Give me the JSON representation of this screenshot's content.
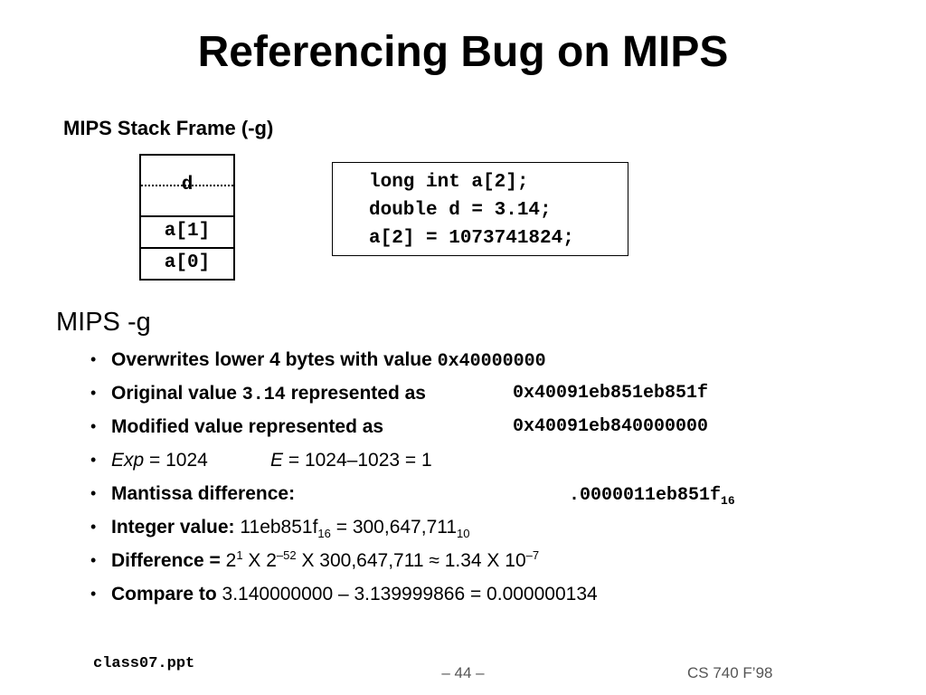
{
  "title": "Referencing Bug on MIPS",
  "subtitle": "MIPS Stack Frame (-g)",
  "stack": {
    "d": "d",
    "a1": "a[1]",
    "a0": "a[0]"
  },
  "code": {
    "line1": "long int a[2];",
    "line2": "double d = 3.14;",
    "line3": "a[2] = 1073741824;"
  },
  "section_heading": "MIPS -g",
  "bullets": {
    "b1": {
      "label": "Overwrites lower 4 bytes with value ",
      "code": "0x40000000"
    },
    "b2": {
      "label": "Original value ",
      "code1": "3.14",
      "label2": " represented as ",
      "code2": "0x40091eb851eb851f"
    },
    "b3": {
      "label": "Modified value represented as",
      "code": "0x40091eb840000000"
    },
    "b4": {
      "exp": "Exp",
      "eq1": " = ",
      "exp_val": "1024",
      "E": "E",
      "eq2": " = ",
      "E_expr": "1024–1023 ",
      "eq3": " = 1"
    },
    "b5": {
      "label": "Mantissa difference:",
      "code": ".0000011eb851f",
      "sub": "16"
    },
    "b6": {
      "label": "Integer value: ",
      "hex": "11eb851f",
      "sub1": "16",
      "mid": " = 300,647,711",
      "sub2": "10"
    },
    "b7": {
      "label": "Difference = ",
      "base1": "2",
      "sup1": "1",
      "x1": " X 2",
      "sup2": "–52",
      "rest": " X 300,647,711 ≈ 1.34 X 10",
      "sup3": "–7"
    },
    "b8": {
      "label": "Compare to ",
      "value": "3.140000000 – 3.139999866 = 0.000000134"
    }
  },
  "bullet_char": "•",
  "footer": {
    "file": "class07.ppt",
    "page": "– 44 –",
    "course": "CS 740 F’98"
  }
}
